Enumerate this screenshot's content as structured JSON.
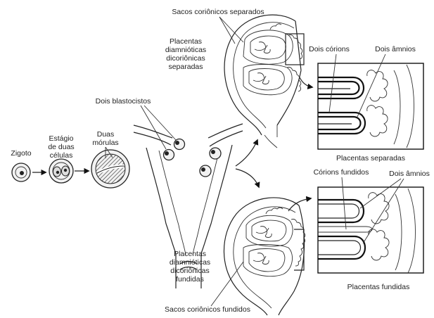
{
  "labels": {
    "zigoto": "Zigoto",
    "estagio": [
      "Estágio",
      "de duas",
      "células"
    ],
    "duas_morulas": [
      "Duas",
      "mórulas"
    ],
    "dois_blastocistos": "Dois blastocistos",
    "sacos_separados": "Sacos coriônicos separados",
    "placentas_sep_top": [
      "Placentas",
      "diamnióticas",
      "dicoriônicas",
      "separadas"
    ],
    "dois_corions": "Dois córions",
    "dois_amnios_top": "Dois âmnios",
    "placentas_separadas": "Placentas separadas",
    "corions_fundidos": "Córions fundidos",
    "dois_amnios_bottom": "Dois âmnios",
    "placentas_fund_bottom": [
      "Placentas",
      "diamnióticas",
      "dicoriônicas",
      "fundidas"
    ],
    "placentas_fundidas": "Placentas fundidas",
    "sacos_fundidos": "Sacos coriônicos fundidos"
  }
}
